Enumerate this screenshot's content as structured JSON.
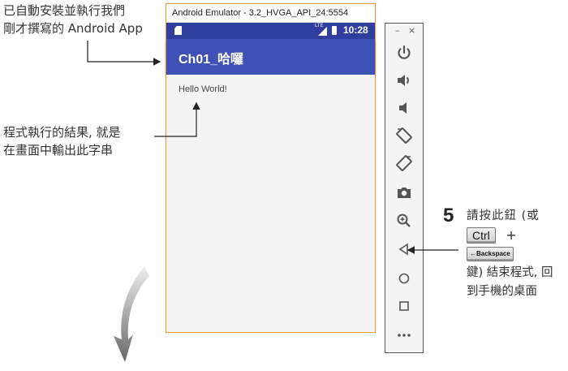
{
  "annotations": {
    "top": {
      "line1": "已自動安裝並執行我們",
      "line2": "剛才撰寫的 Android App"
    },
    "middle": {
      "line1": "程式執行的結果, 就是",
      "line2": "在畫面中輸出此字串"
    },
    "right": {
      "step_number": "5",
      "line1": "請按此鈕 (或",
      "key_ctrl": "Ctrl",
      "plus": "+",
      "key_backspace": "←Backspace",
      "line3": "鍵) 結束程式, 回",
      "line4": "到手機的桌面"
    }
  },
  "emulator": {
    "window_title": "Android Emulator - 3.2_HVGA_API_24:5554",
    "status_bar": {
      "network": "LTE",
      "time": "10:28"
    },
    "app_title": "Ch01_哈囉",
    "content_text": "Hello World!"
  },
  "toolbar": {
    "minimize": "–",
    "close": "×",
    "buttons": [
      "power-icon",
      "volume-up-icon",
      "volume-down-icon",
      "rotate-left-icon",
      "rotate-right-icon",
      "camera-icon",
      "zoom-icon",
      "back-icon",
      "home-icon",
      "overview-icon",
      "more-icon"
    ]
  },
  "colors": {
    "status_bar": "#303f9f",
    "app_bar": "#3f51b5",
    "window_border": "#e39d3c",
    "toolbar_icon": "#555555"
  }
}
